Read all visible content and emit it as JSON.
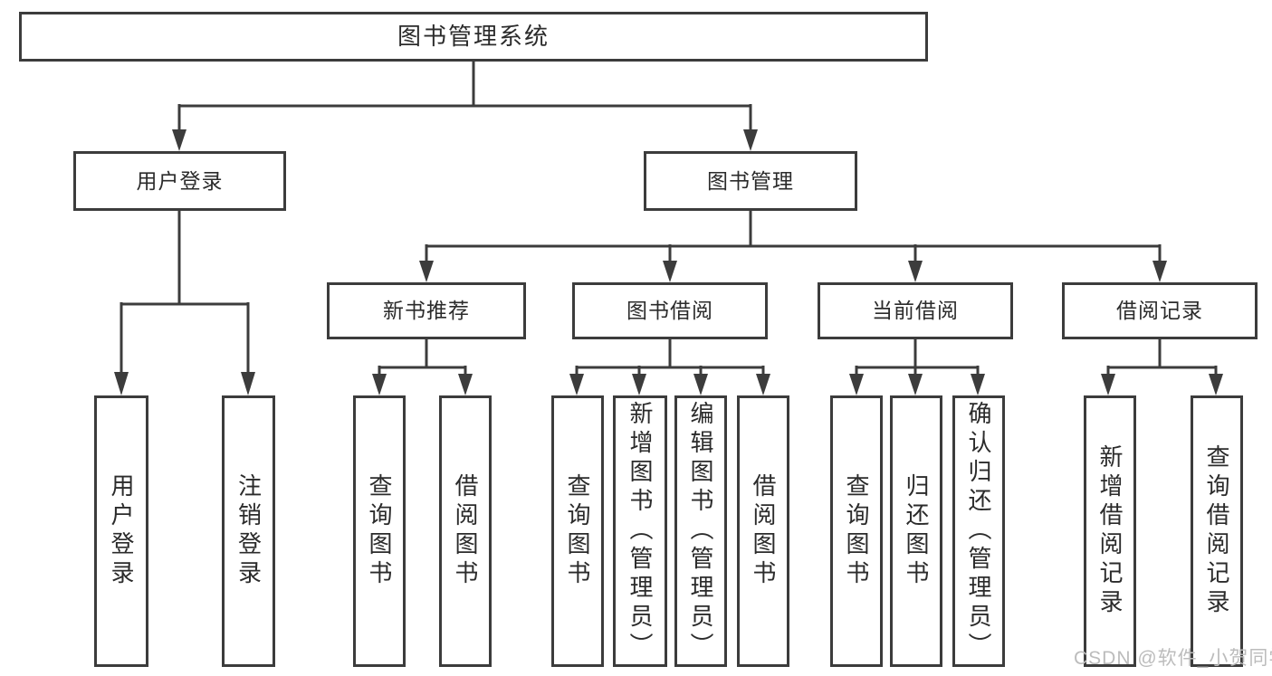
{
  "tree": {
    "label": "图书管理系统",
    "children": [
      {
        "label": "用户登录",
        "children": [
          {
            "label": "用户登录"
          },
          {
            "label": "注销登录"
          }
        ]
      },
      {
        "label": "图书管理",
        "children": [
          {
            "label": "新书推荐",
            "children": [
              {
                "label": "查询图书"
              },
              {
                "label": "借阅图书"
              }
            ]
          },
          {
            "label": "图书借阅",
            "children": [
              {
                "label": "查询图书"
              },
              {
                "label": "新增图书（管理员）"
              },
              {
                "label": "编辑图书（管理员）"
              },
              {
                "label": "借阅图书"
              }
            ]
          },
          {
            "label": "当前借阅",
            "children": [
              {
                "label": "查询图书"
              },
              {
                "label": "归还图书"
              },
              {
                "label": "确认归还（管理员）"
              }
            ]
          },
          {
            "label": "借阅记录",
            "children": [
              {
                "label": "新增借阅记录"
              },
              {
                "label": "查询借阅记录"
              }
            ]
          }
        ]
      }
    ]
  },
  "watermark": {
    "text": "CSDN @软件_小贺同学"
  },
  "colors": {
    "line": "#3c3c3c",
    "text": "#2b2b2b",
    "background": "#ffffff",
    "watermark": "#bcbcbc"
  }
}
